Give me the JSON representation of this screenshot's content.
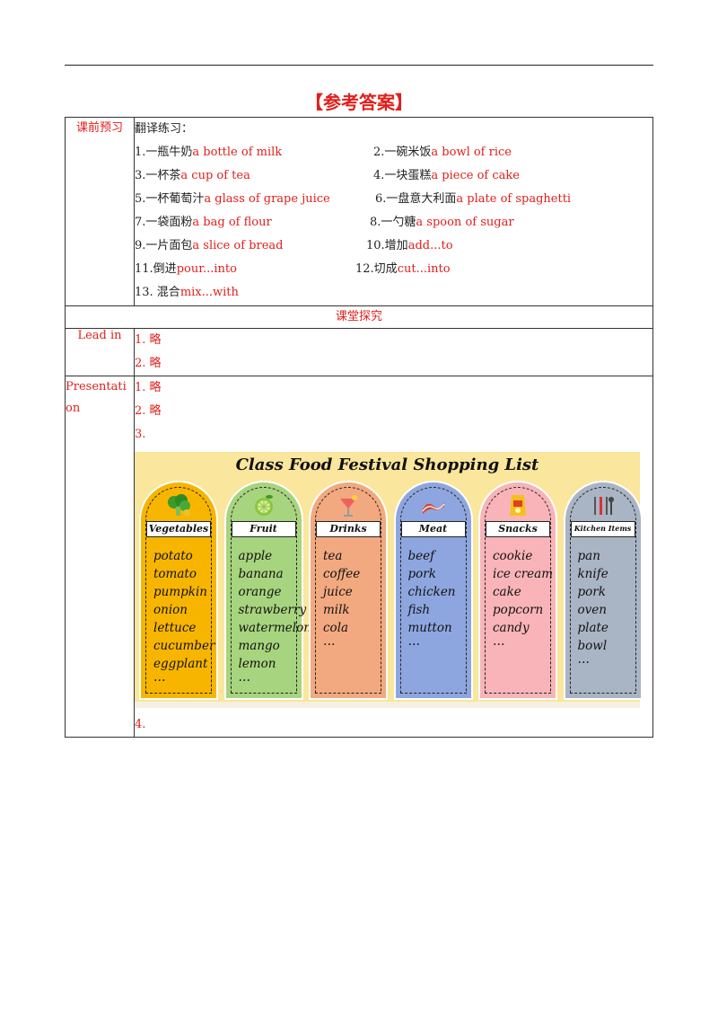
{
  "title": "【参考答案】",
  "preview": {
    "label": "课前预习",
    "heading": "翻译练习：",
    "items": [
      {
        "cn": "1.一瓶牛奶",
        "en": "a  bottle  of  milk"
      },
      {
        "cn": "2.一碗米饭",
        "en": "a  bowl  of  rice"
      },
      {
        "cn": "3.一杯茶",
        "en": "a  cup  of  tea"
      },
      {
        "cn": "4.一块蛋糕",
        "en": "a  piece  of  cake"
      },
      {
        "cn": "5.一杯葡萄汁",
        "en": "a  glass  of  grape  juice"
      },
      {
        "cn": "6.一盘意大利面",
        "en": "a  plate  of  spaghetti"
      },
      {
        "cn": "7.一袋面粉",
        "en": "a  bag  of  flour"
      },
      {
        "cn": "8.一勺糖",
        "en": "a  spoon  of  sugar"
      },
      {
        "cn": "9.一片面包",
        "en": "a  slice  of  bread"
      },
      {
        "cn": "10.增加",
        "en": "add...to"
      },
      {
        "cn": "11.倒进",
        "en": "pour...into"
      },
      {
        "cn": "12.切成",
        "en": "cut...into"
      },
      {
        "cn": "13.  混合",
        "en": "mix...with"
      }
    ]
  },
  "explore_heading": "课堂探究",
  "lead_in": {
    "label": "Lead  in",
    "lines": [
      "1.  略",
      "2.  略"
    ]
  },
  "presentation": {
    "label_line1": "Presentati",
    "label_line2": "on",
    "lines": [
      "1.  略",
      "2.  略",
      "3."
    ],
    "last_line": "4."
  },
  "poster": {
    "title": "Class Food Festival Shopping List",
    "columns": [
      {
        "category": "Vegetables",
        "color": "#f7b500",
        "icon": "broccoli-icon",
        "items": [
          "potato",
          "tomato",
          "pumpkin",
          "onion",
          "lettuce",
          "cucumber",
          "eggplant",
          "…"
        ]
      },
      {
        "category": "Fruit",
        "color": "#a7d47e",
        "icon": "lime-icon",
        "items": [
          "apple",
          "banana",
          "orange",
          "strawberry",
          "watermelon",
          "mango",
          "lemon",
          "…"
        ]
      },
      {
        "category": "Drinks",
        "color": "#f2a980",
        "icon": "cocktail-icon",
        "items": [
          "tea",
          "coffee",
          "juice",
          "milk",
          "cola",
          "…"
        ]
      },
      {
        "category": "Meat",
        "color": "#8ea6df",
        "icon": "bacon-icon",
        "items": [
          "beef",
          "pork",
          "chicken",
          "fish",
          "mutton",
          "…"
        ]
      },
      {
        "category": "Snacks",
        "color": "#f8b4b8",
        "icon": "chips-icon",
        "items": [
          "cookie",
          "ice cream",
          "cake",
          "popcorn",
          "candy",
          "…"
        ]
      },
      {
        "category": "Kitchen Items",
        "color": "#a9b4c4",
        "icon": "utensils-icon",
        "items": [
          "pan",
          "knife",
          "pork",
          "oven",
          "plate",
          "bowl",
          "…"
        ]
      }
    ]
  }
}
